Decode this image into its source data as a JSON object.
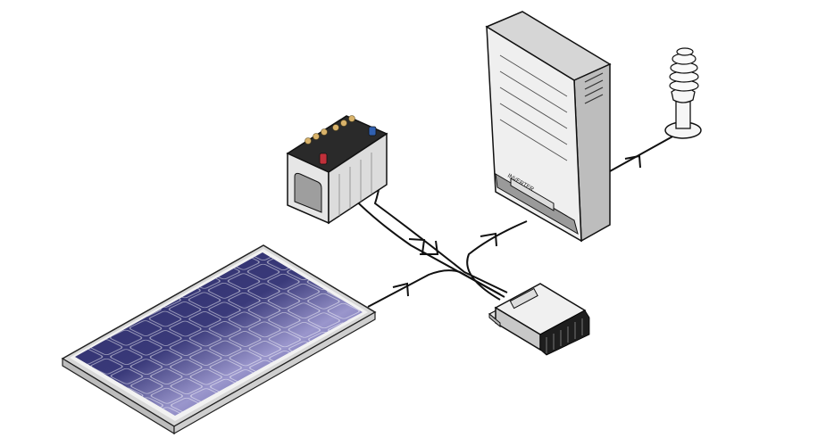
{
  "diagram": {
    "type": "solar-power-system",
    "components": [
      {
        "id": "solar-panel",
        "label": ""
      },
      {
        "id": "battery",
        "label": ""
      },
      {
        "id": "charge-controller",
        "label": ""
      },
      {
        "id": "inverter",
        "label": "INVERTER"
      },
      {
        "id": "light-bulb",
        "label": ""
      }
    ],
    "connections": [
      {
        "from": "solar-panel",
        "to": "charge-controller"
      },
      {
        "from": "battery",
        "to": "charge-controller"
      },
      {
        "from": "charge-controller",
        "to": "battery"
      },
      {
        "from": "charge-controller",
        "to": "inverter"
      },
      {
        "from": "inverter",
        "to": "light-bulb"
      }
    ],
    "colors": {
      "panel_dark": "#2a2a66",
      "panel_light": "#9a96cc",
      "panel_frame": "#e6e6e6",
      "battery_top": "#2a2a2a",
      "battery_body": "#e8e8e8",
      "terminal_positive": "#c0303a",
      "terminal_negative": "#3060b0",
      "terminal_caps": "#d8b26a",
      "inverter_body": "#eeeeee",
      "inverter_side": "#bdbdbd",
      "heatsink": "#222222",
      "wire": "#111111"
    }
  }
}
